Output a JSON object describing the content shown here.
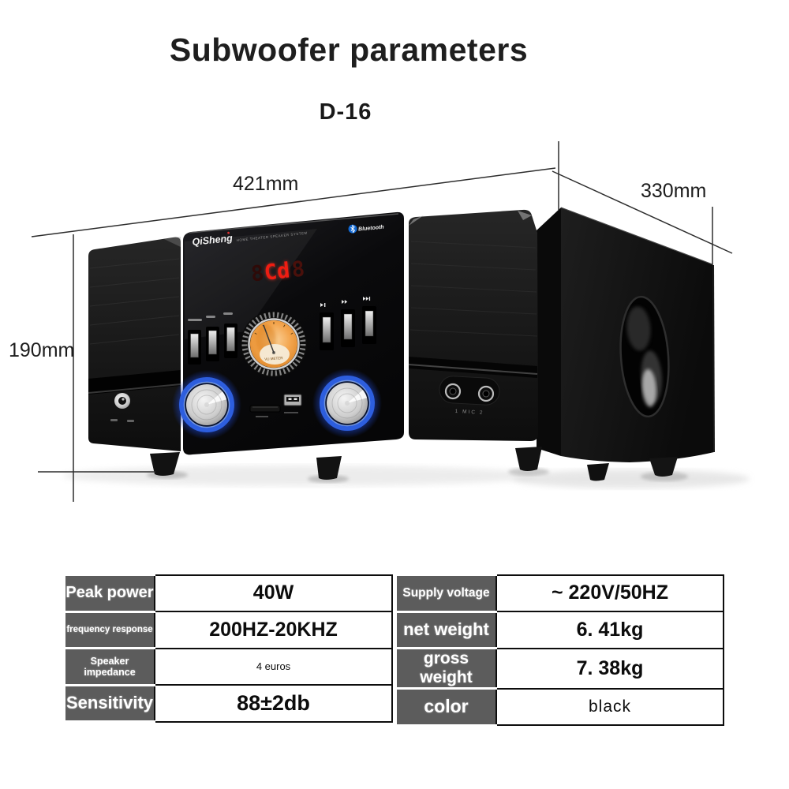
{
  "title": "Subwoofer parameters",
  "model": "D-16",
  "dimensions": {
    "width": "421mm",
    "depth": "330mm",
    "height": "190mm"
  },
  "product": {
    "brand": "QiSheng",
    "tagline": "HOME THEATER SPEAKER SYSTEM",
    "bluetooth_label": "Bluetooth",
    "bluetooth_icon": "bluetooth-rune-icon",
    "display_text": "Cd",
    "display_ghost": "8",
    "vu_meter_label": "VU METER",
    "mic_label": "1  MIC  2",
    "transport_icons": [
      "play-pause-icon",
      "next-track-icon",
      "last-track-icon"
    ]
  },
  "colors": {
    "led_red": "#ef1d12",
    "vu_orange": "#ef9a3f",
    "knob_glow_blue": "#2f63e8",
    "table_header_bg": "#5c5c5c",
    "table_border": "#0d0d0d"
  },
  "spec_table": {
    "left_rows": [
      {
        "label": "Peak power",
        "value": "40W"
      },
      {
        "label": "frequency response",
        "value": "200HZ-20KHZ"
      },
      {
        "label": "Speaker impedance",
        "value": "4 euros"
      },
      {
        "label": "Sensitivity",
        "value": "88±2db"
      }
    ],
    "right_rows": [
      {
        "label": "Supply voltage",
        "value": "~ 220V/50HZ"
      },
      {
        "label": "net weight",
        "value": "6. 41kg"
      },
      {
        "label": "gross weight",
        "value": "7. 38kg"
      },
      {
        "label": "color",
        "value": "black"
      }
    ]
  }
}
